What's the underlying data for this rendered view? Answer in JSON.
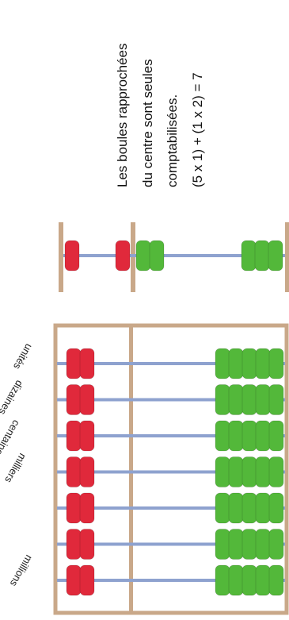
{
  "caption": {
    "lines": [
      "Les boules rapprochées",
      "du centre sont seules",
      "comptabilisées.",
      "(5 x 1) + (1 x 2) = 7"
    ]
  },
  "place_values": {
    "labels": [
      "unités",
      "dizaines",
      "centaines",
      "milliers",
      "millions"
    ]
  },
  "abacus": {
    "rods": 7,
    "upper_beads_per_rod": 2,
    "lower_beads_per_rod": 5
  },
  "example_rod": {
    "upper_beads_counted": 1,
    "lower_beads_counted": 2
  },
  "colors": {
    "frame": "#c9a889",
    "rod": "#8ea2cf",
    "upper_bead": "#e0293b",
    "lower_bead": "#53b83a",
    "text": "#111111"
  }
}
